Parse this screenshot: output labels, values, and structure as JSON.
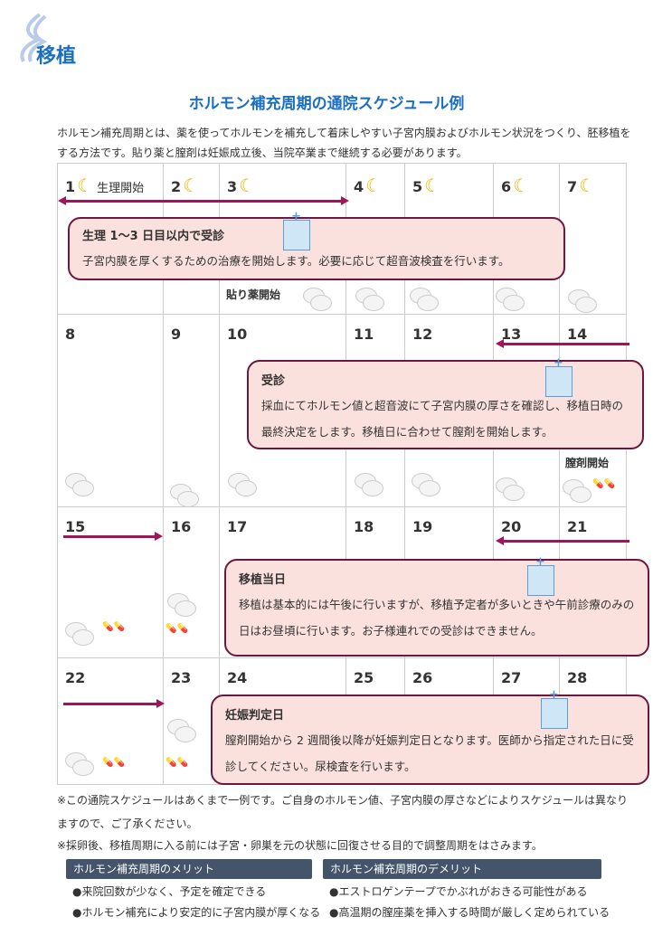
{
  "header": {
    "section": "移植",
    "title": "ホルモン補充周期の通院スケジュール例",
    "intro": "ホルモン補充周期とは、薬を使ってホルモンを補充して着床しやすい子宮内膜およびホルモン状況をつくり、胚移植をする方法です。貼り薬と膣剤は妊娠成立後、当院卒業まで継続する必要があります。"
  },
  "calendar": {
    "days": [
      "1",
      "2",
      "3",
      "4",
      "5",
      "6",
      "7",
      "8",
      "9",
      "10",
      "11",
      "12",
      "13",
      "14",
      "15",
      "16",
      "17",
      "18",
      "19",
      "20",
      "21",
      "22",
      "23",
      "24",
      "25",
      "26",
      "27",
      "28"
    ],
    "day1_label": "生理開始",
    "patch_start": "貼り薬開始",
    "vaginal_start": "膣剤開始"
  },
  "callouts": [
    {
      "title": "生理 1～3 日目以内で受診",
      "body": "子宮内膜を厚くするための治療を開始します。必要に応じて超音波検査を行います。"
    },
    {
      "title": "受診",
      "body": "採血にてホルモン値と超音波にて子宮内膜の厚さを確認し、移植日時の最終決定をします。移植日に合わせて膣剤を開始します。"
    },
    {
      "title": "移植当日",
      "body": "移植は基本的には午後に行いますが、移植予定者が多いときや午前診療のみの日はお昼頃に行います。お子様連れでの受診はできません。"
    },
    {
      "title": "妊娠判定日",
      "body": "膣剤開始から 2 週間後以降が妊娠判定日となります。医師から指定された日に受診してください。尿検査を行います。"
    }
  ],
  "notes": [
    "※この通院スケジュールはあくまで一例です。ご自身のホルモン値、子宮内膜の厚さなどによりスケジュールは異なりますので、ご了承ください。",
    "※採卵後、移植周期に入る前には子宮・卵巣を元の状態に回復させる目的で調整周期をはさみます。"
  ],
  "merits": {
    "title": "ホルモン補充周期のメリット",
    "items": [
      "●来院回数が少なく、予定を確定できる",
      "●ホルモン補充により安定的に子宮内膜が厚くなる"
    ]
  },
  "demerits": {
    "title": "ホルモン補充周期のデメリット",
    "items": [
      "●エストロゲンテープでかぶれがおきる可能性がある",
      "●高温期の膣座薬を挿入する時間が厳しく定められている"
    ]
  },
  "colors": {
    "accent": "#1a6fc0",
    "arrow": "#a0155a",
    "callout_bg": "#fbe1dd",
    "box_header": "#44546a"
  }
}
